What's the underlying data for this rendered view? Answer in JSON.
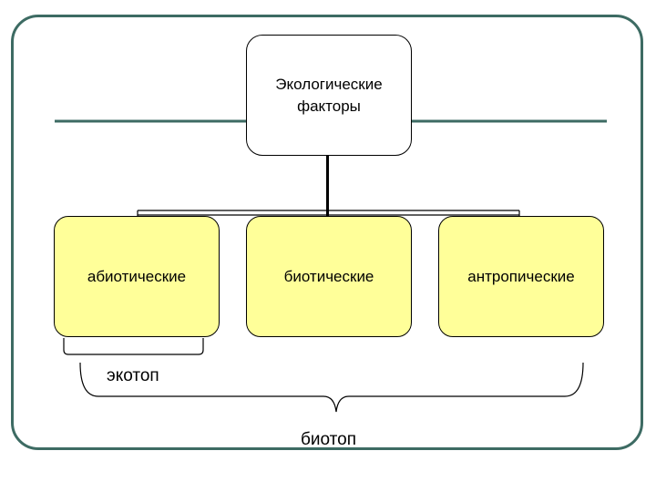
{
  "diagram": {
    "root": "Экологические факторы",
    "children": [
      "абиотические",
      "биотические",
      "антропические"
    ],
    "brace_small_label": "экотоп",
    "brace_large_label": "биотоп"
  },
  "colors": {
    "frame": "#3d6b63",
    "leaf_fill": "#ffff99",
    "root_fill": "#ffffff",
    "connector": "#000000",
    "brace": "#000000"
  }
}
